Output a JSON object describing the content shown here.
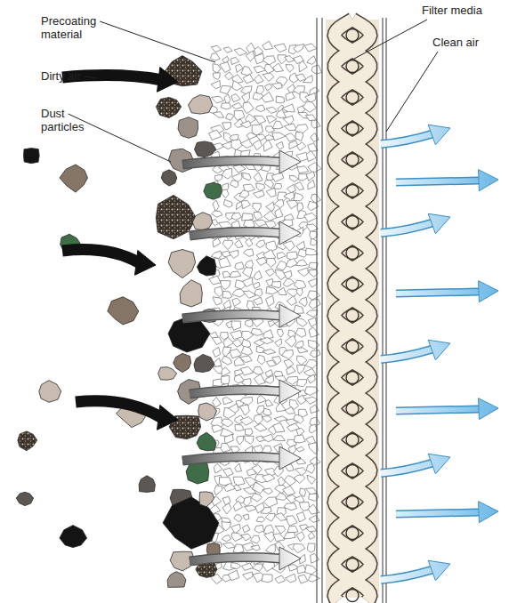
{
  "diagram": {
    "labels": [
      "Precoating material",
      "Dirty air",
      "Dust particles",
      "Filter media",
      "Clean air"
    ]
  }
}
